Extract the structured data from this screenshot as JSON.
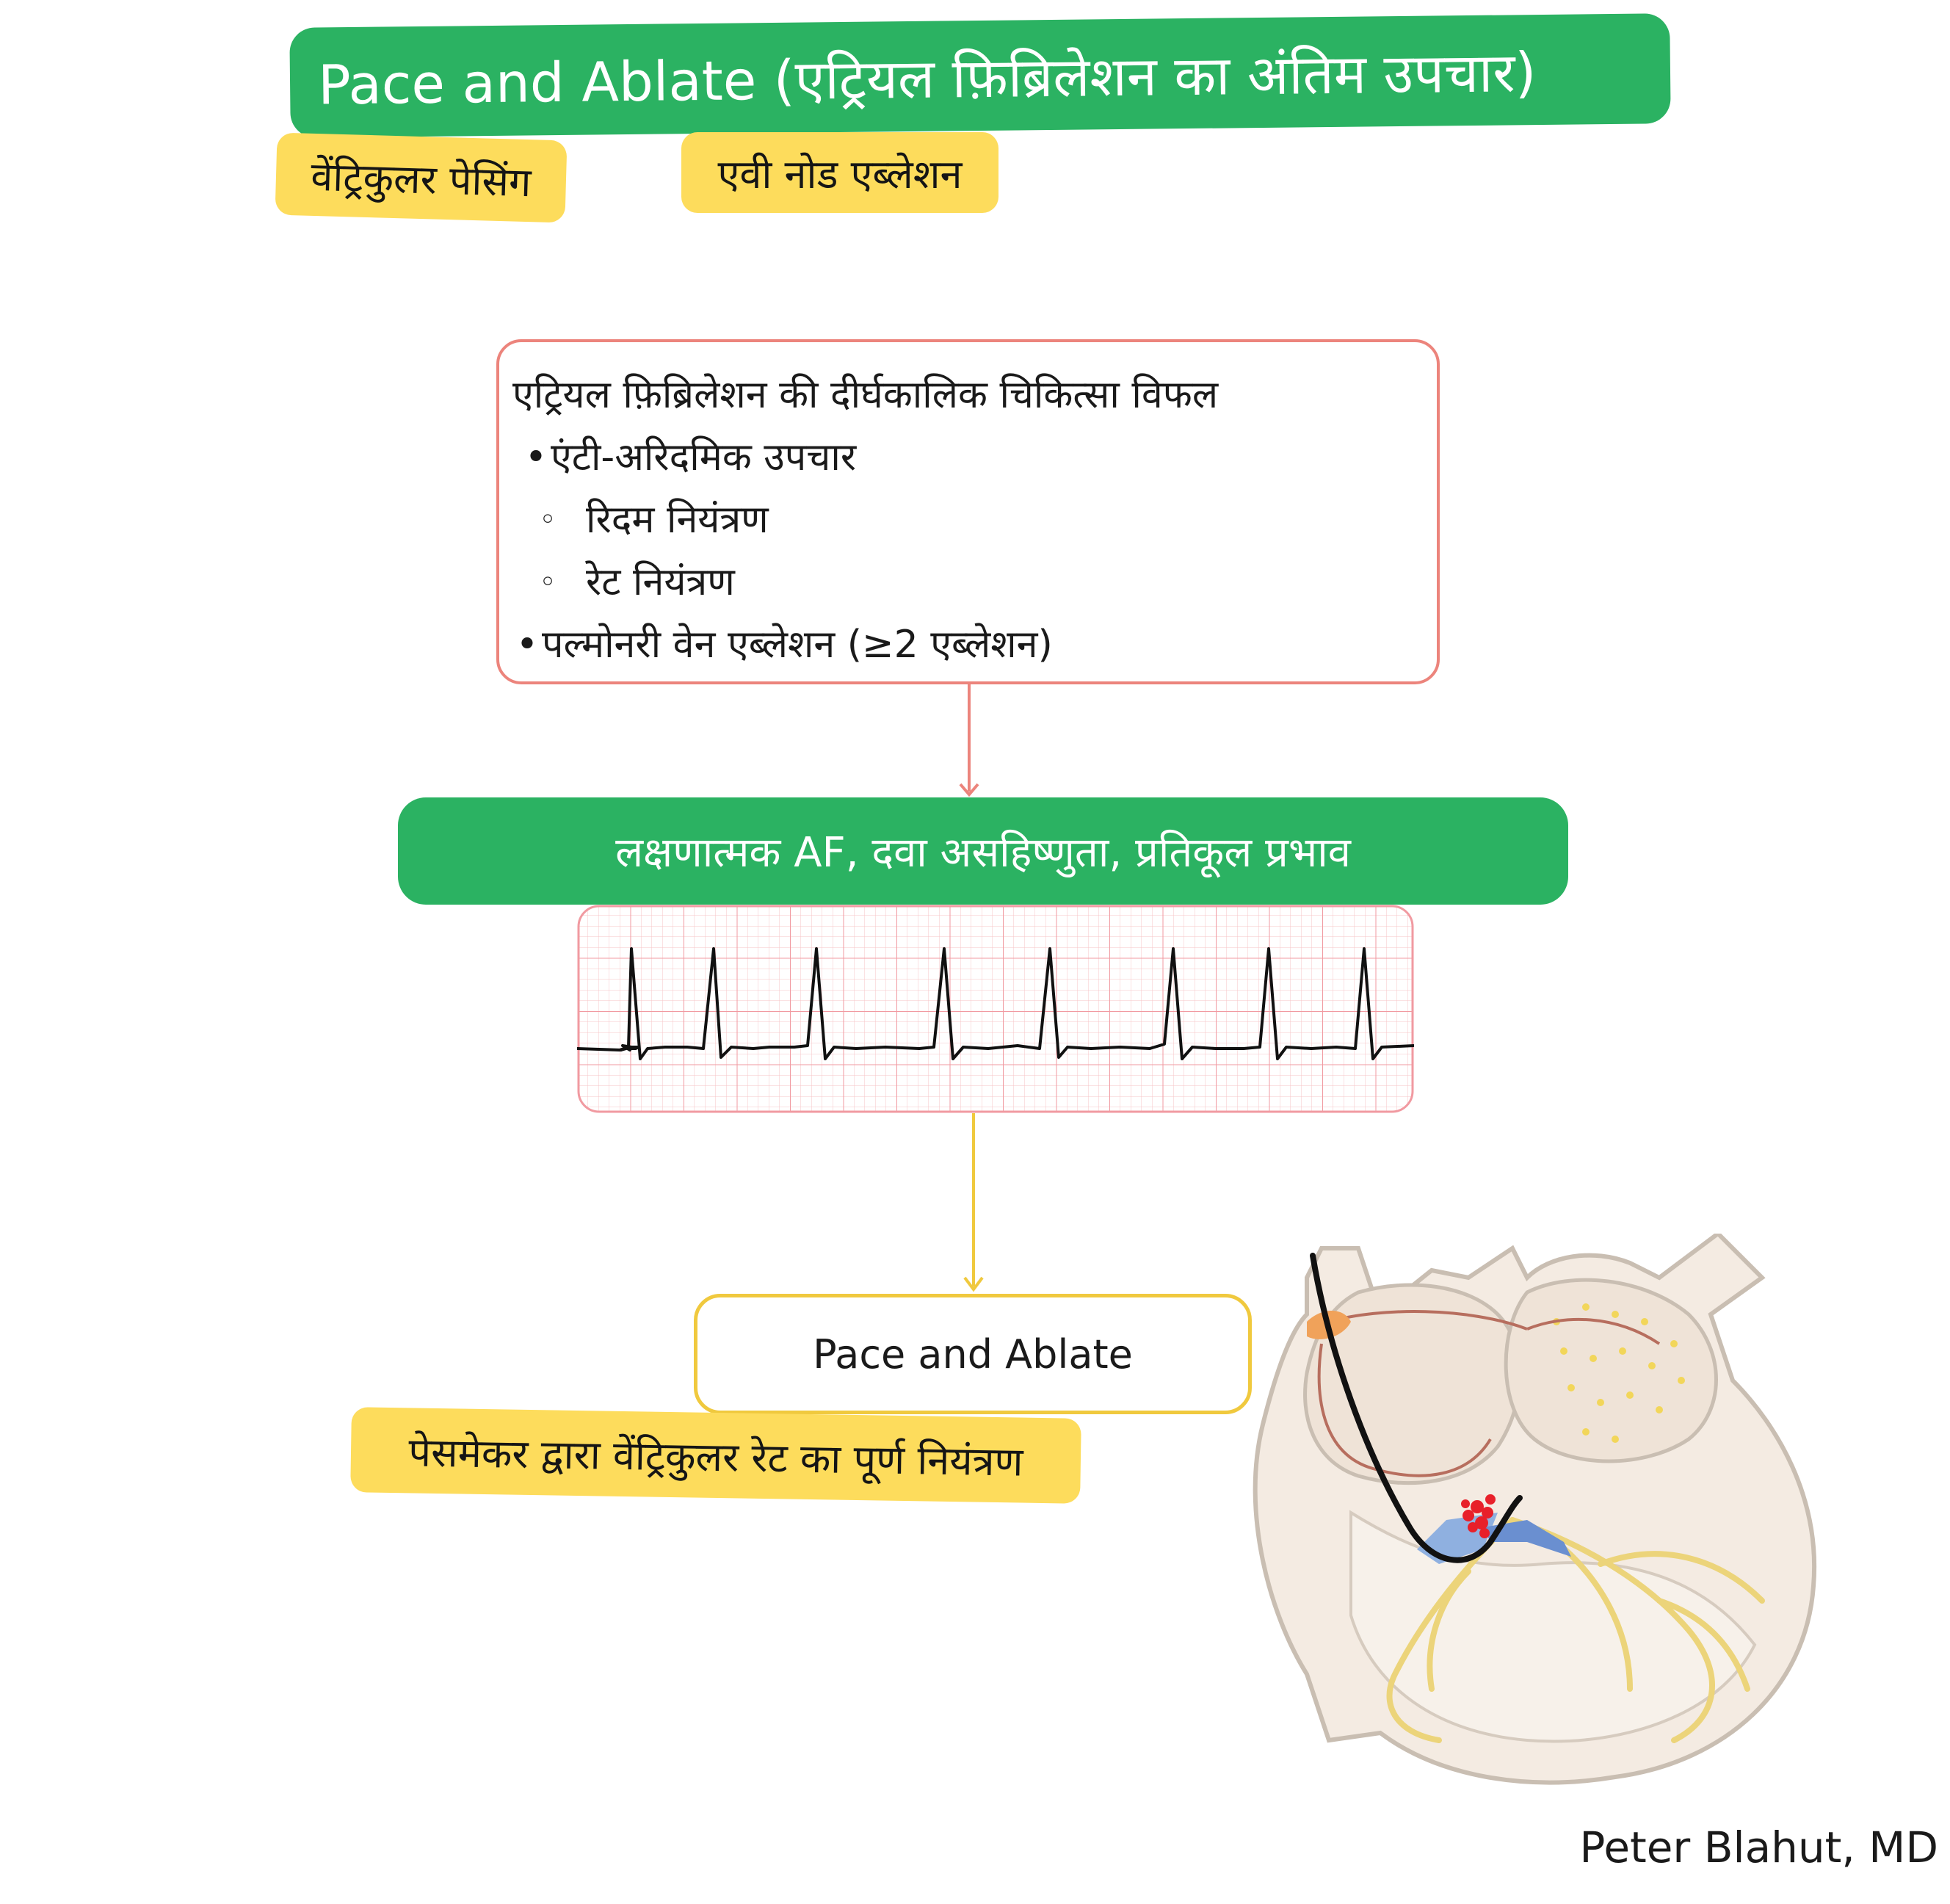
{
  "title": "Pace and Ablate (एट्रियल फ़िब्रिलेशन का अंतिम उपचार)",
  "tags": {
    "ventricular_pacing": "वेंट्रिकुलर पेसिंग",
    "av_node_ablation": "एवी नोड एब्लेशन"
  },
  "failure_box": {
    "heading": "एट्रियल फ़िब्रिलेशन की दीर्घकालिक चिकित्सा विफल",
    "items": [
      {
        "bullet": "•",
        "text": "एंटी-अरिदमिक उपचार"
      },
      {
        "bullet": "◦",
        "text": "रिदम नियंत्रण"
      },
      {
        "bullet": "◦",
        "text": "रेट नियंत्रण"
      },
      {
        "bullet": "•",
        "text": "पल्मोनरी वेन एब्लेशन (≥2 एब्लेशन)"
      }
    ]
  },
  "symptoms_banner": "लक्षणात्मक AF, दवा असहिष्णुता, प्रतिकूल प्रभाव",
  "result_box": "Pace and Ablate",
  "pacemaker_note": "पेसमेकर द्वारा वेंट्रिकुलर रेट का पूर्ण नियंत्रण",
  "author": "Peter Blahut, MD",
  "colors": {
    "green": "#2bb262",
    "yellow": "#fddc5c",
    "salmon": "#ec847c",
    "ecg_grid": "#f4a9ae",
    "ecg_trace": "#111111"
  }
}
